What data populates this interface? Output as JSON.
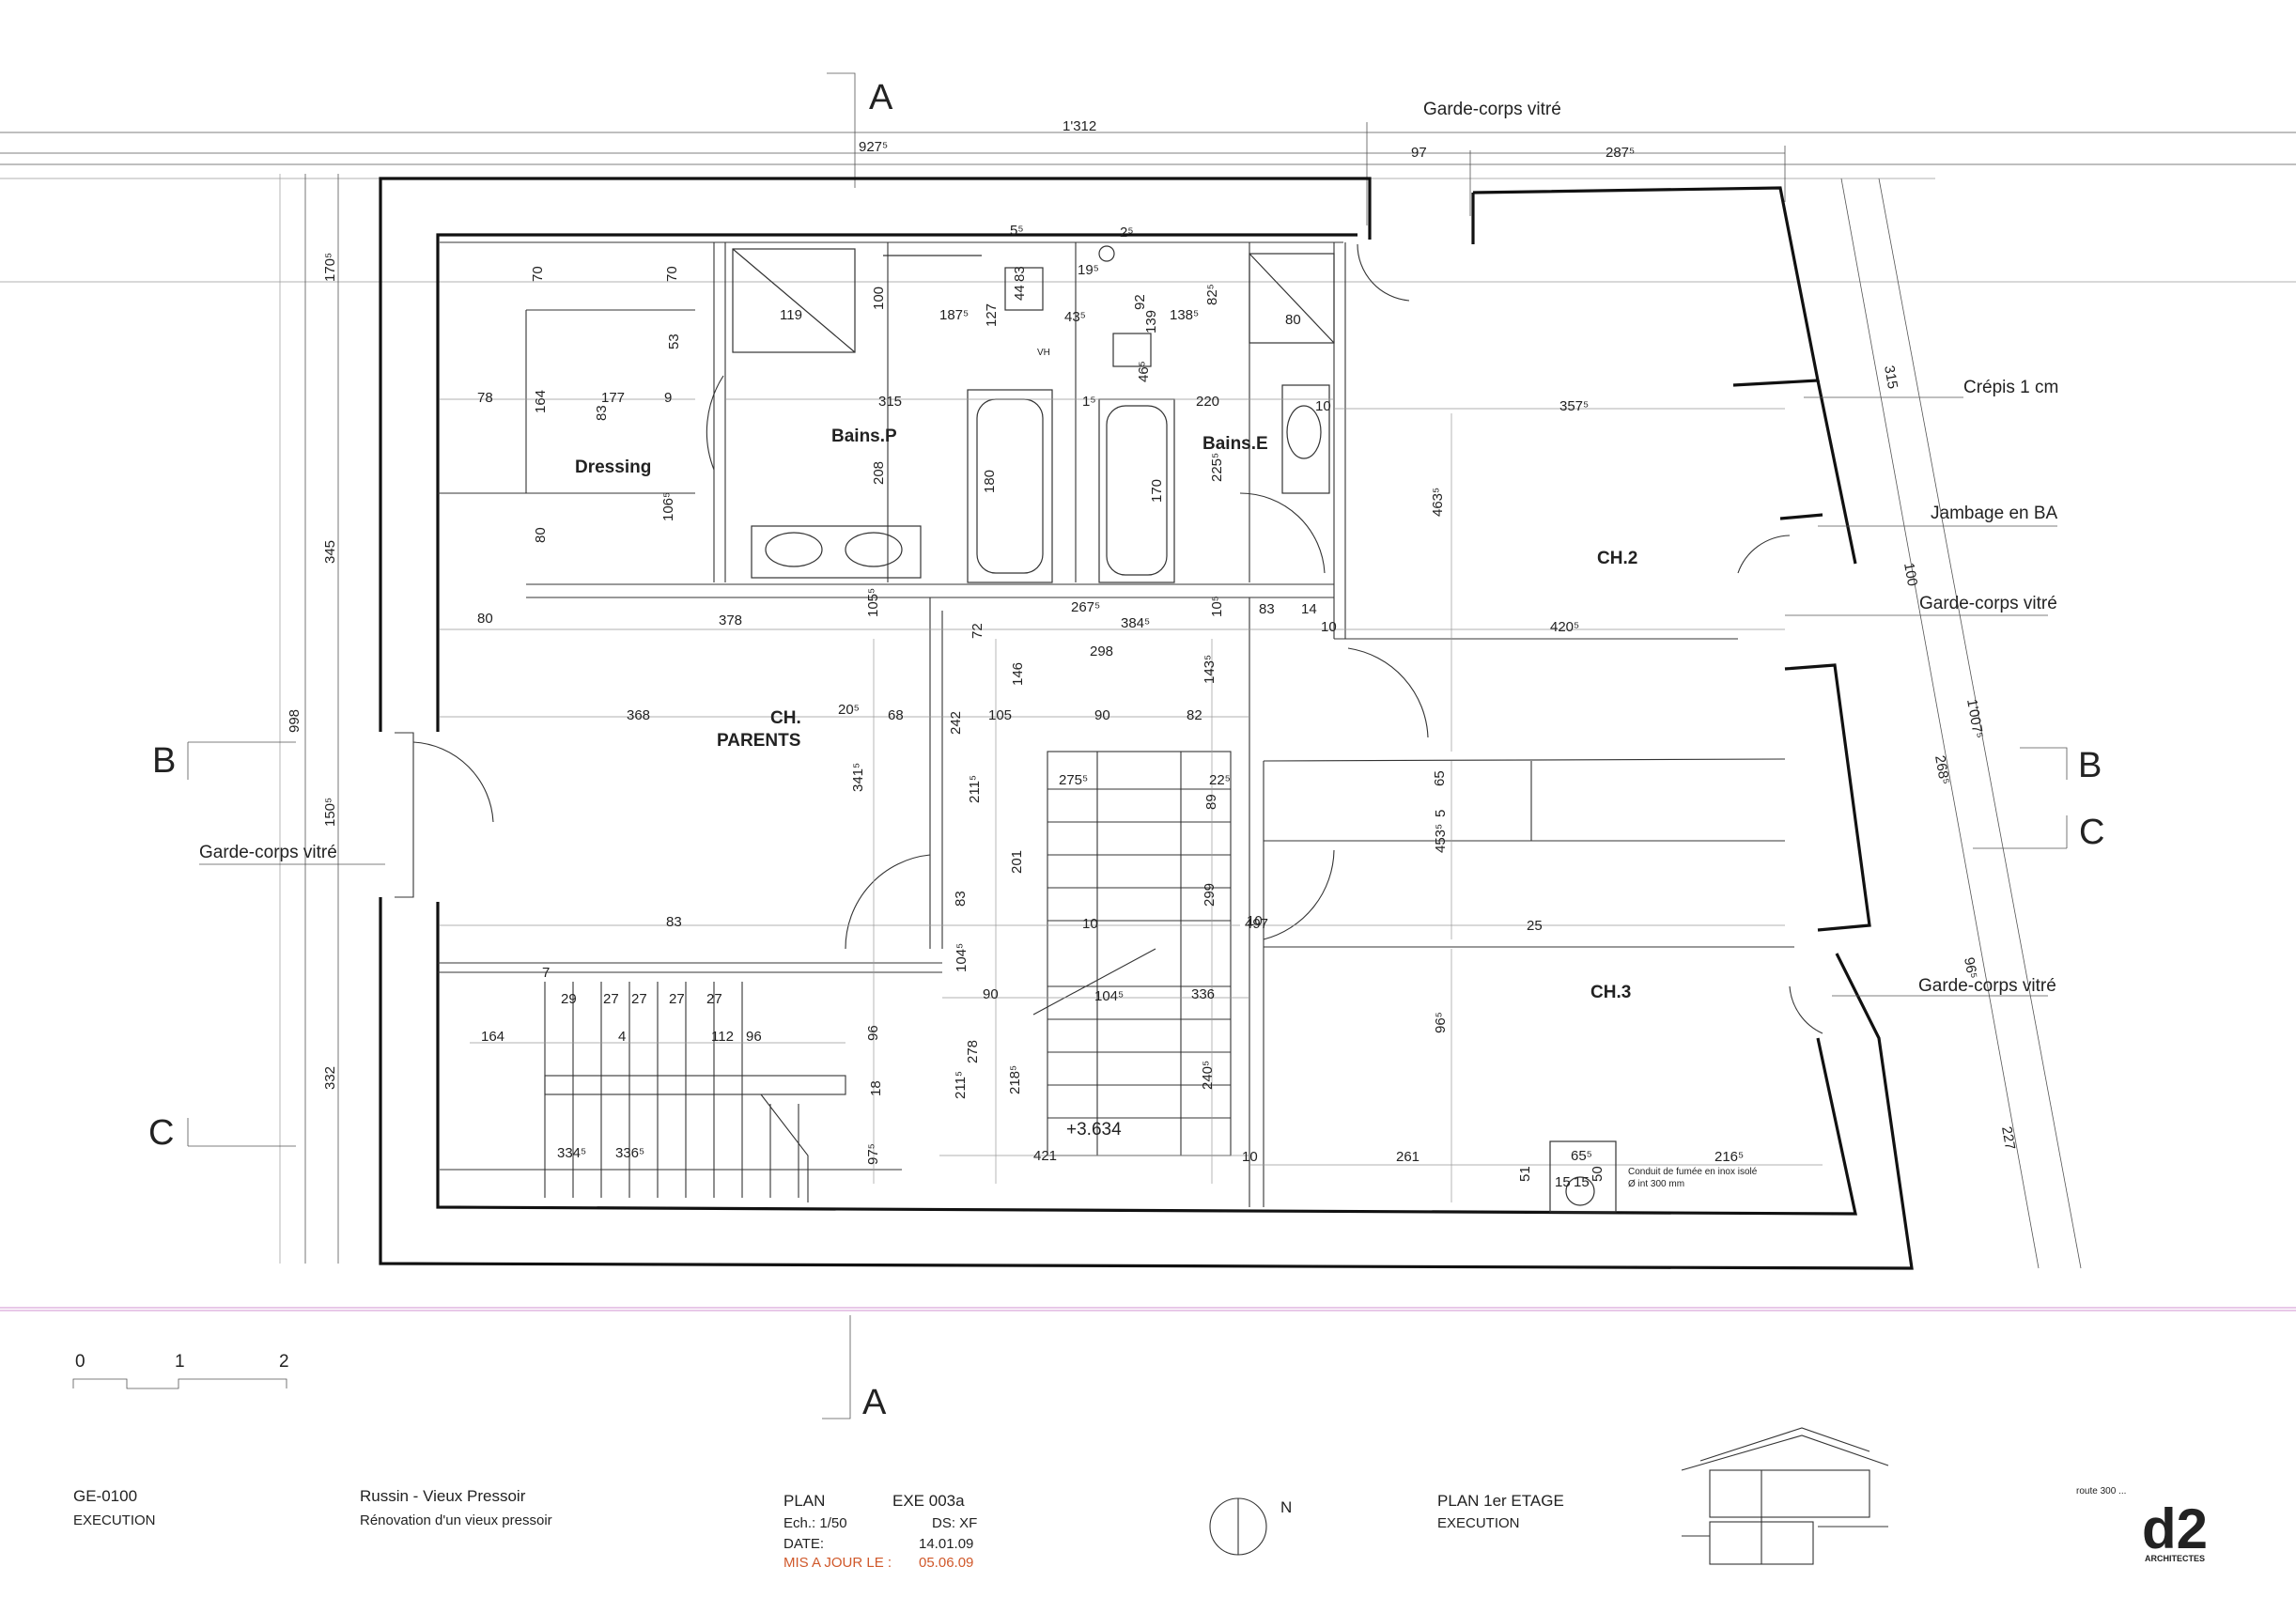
{
  "rooms": {
    "dressing": "Dressing",
    "bains_p": "Bains.P",
    "bains_e": "Bains.E",
    "ch2": "CH.2",
    "ch3": "CH.3",
    "ch_parents_1": "CH.",
    "ch_parents_2": "PARENTS",
    "level": "+3.634"
  },
  "notes": {
    "garde_corps_top": "Garde-corps vitré",
    "crepis": "Crépis 1 cm",
    "jambage": "Jambage en BA",
    "garde_corps_right_1": "Garde-corps vitré",
    "garde_corps_right_2": "Garde-corps vitré",
    "garde_corps_left": "Garde-corps vitré",
    "conduit_1": "Conduit de fumée en inox isolé",
    "conduit_2": "Ø int 300 mm",
    "vh": "VH"
  },
  "section_marks": {
    "a_top": "A",
    "a_bottom": "A",
    "b_left": "B",
    "b_right": "B",
    "c_left": "C",
    "c_right": "C"
  },
  "dimensions": {
    "top_total": "1'312",
    "top_left": "927⁵",
    "top_mid": "97",
    "top_right": "287⁵",
    "left_total": "998",
    "left_a": "170⁵",
    "left_b": "345",
    "left_c": "150⁵",
    "left_d": "332",
    "right_a": "315",
    "right_b": "100",
    "right_total": "1'007⁵",
    "right_c": "268⁵",
    "right_d": "96⁵",
    "right_e": "227"
  },
  "inner_dims": [
    "70",
    "70",
    "53",
    "78",
    "164",
    "177",
    "9",
    "83",
    "80",
    "106⁵",
    "119",
    "100",
    "187⁵",
    "83",
    "127",
    "44",
    "43⁵",
    "19⁵",
    "92",
    "139",
    "138⁵",
    "82⁵",
    "80",
    "315",
    "1⁵",
    "220",
    "10",
    "46⁵",
    "208",
    "180",
    "170",
    "225⁵",
    "357⁵",
    "463⁵",
    "80",
    "378",
    "105⁵",
    "267⁵",
    "384⁵",
    "10⁵",
    "83",
    "14",
    "10",
    "420⁵",
    "72",
    "298",
    "146",
    "143⁵",
    "368",
    "20⁵",
    "68",
    "242",
    "105",
    "90",
    "82",
    "275⁵",
    "22⁵",
    "341⁵",
    "211⁵",
    "201",
    "89",
    "10",
    "65",
    "5",
    "453⁵",
    "83",
    "83",
    "299",
    "10",
    "497",
    "25",
    "104⁵",
    "90",
    "104⁵",
    "336",
    "96⁵",
    "164",
    "4",
    "112",
    "96",
    "96",
    "29",
    "27",
    "27",
    "27",
    "27",
    "18",
    "278",
    "218⁵",
    "240⁵",
    "211⁵",
    "97⁵",
    "421",
    "10",
    "261",
    "216⁵",
    "334⁵",
    "336⁵",
    "65⁵",
    "51",
    "50",
    "15",
    "15",
    "5⁵",
    "2⁵",
    "7"
  ],
  "scale_bar": {
    "l0": "0",
    "l1": "1",
    "l2": "2"
  },
  "north": "N",
  "title_block": {
    "code": "GE-0100",
    "code_sub": "EXECUTION",
    "project": "Russin - Vieux Pressoir",
    "project_sub": "Rénovation d'un vieux pressoir",
    "plan_label": "PLAN",
    "plan_num": "EXE 003a",
    "ech": "Ech.: 1/50",
    "ds": "DS: XF",
    "date_label": "DATE:",
    "date": "14.01.09",
    "maj_label": "MIS A JOUR LE :",
    "maj": "05.06.09",
    "sheet_title": "PLAN 1er ETAGE",
    "sheet_sub": "EXECUTION",
    "firm": "d2",
    "firm_sub": "ARCHITECTES"
  },
  "colors": {
    "accent": "#d0582a",
    "ink": "#111111",
    "trim": "#d9a6d9"
  }
}
